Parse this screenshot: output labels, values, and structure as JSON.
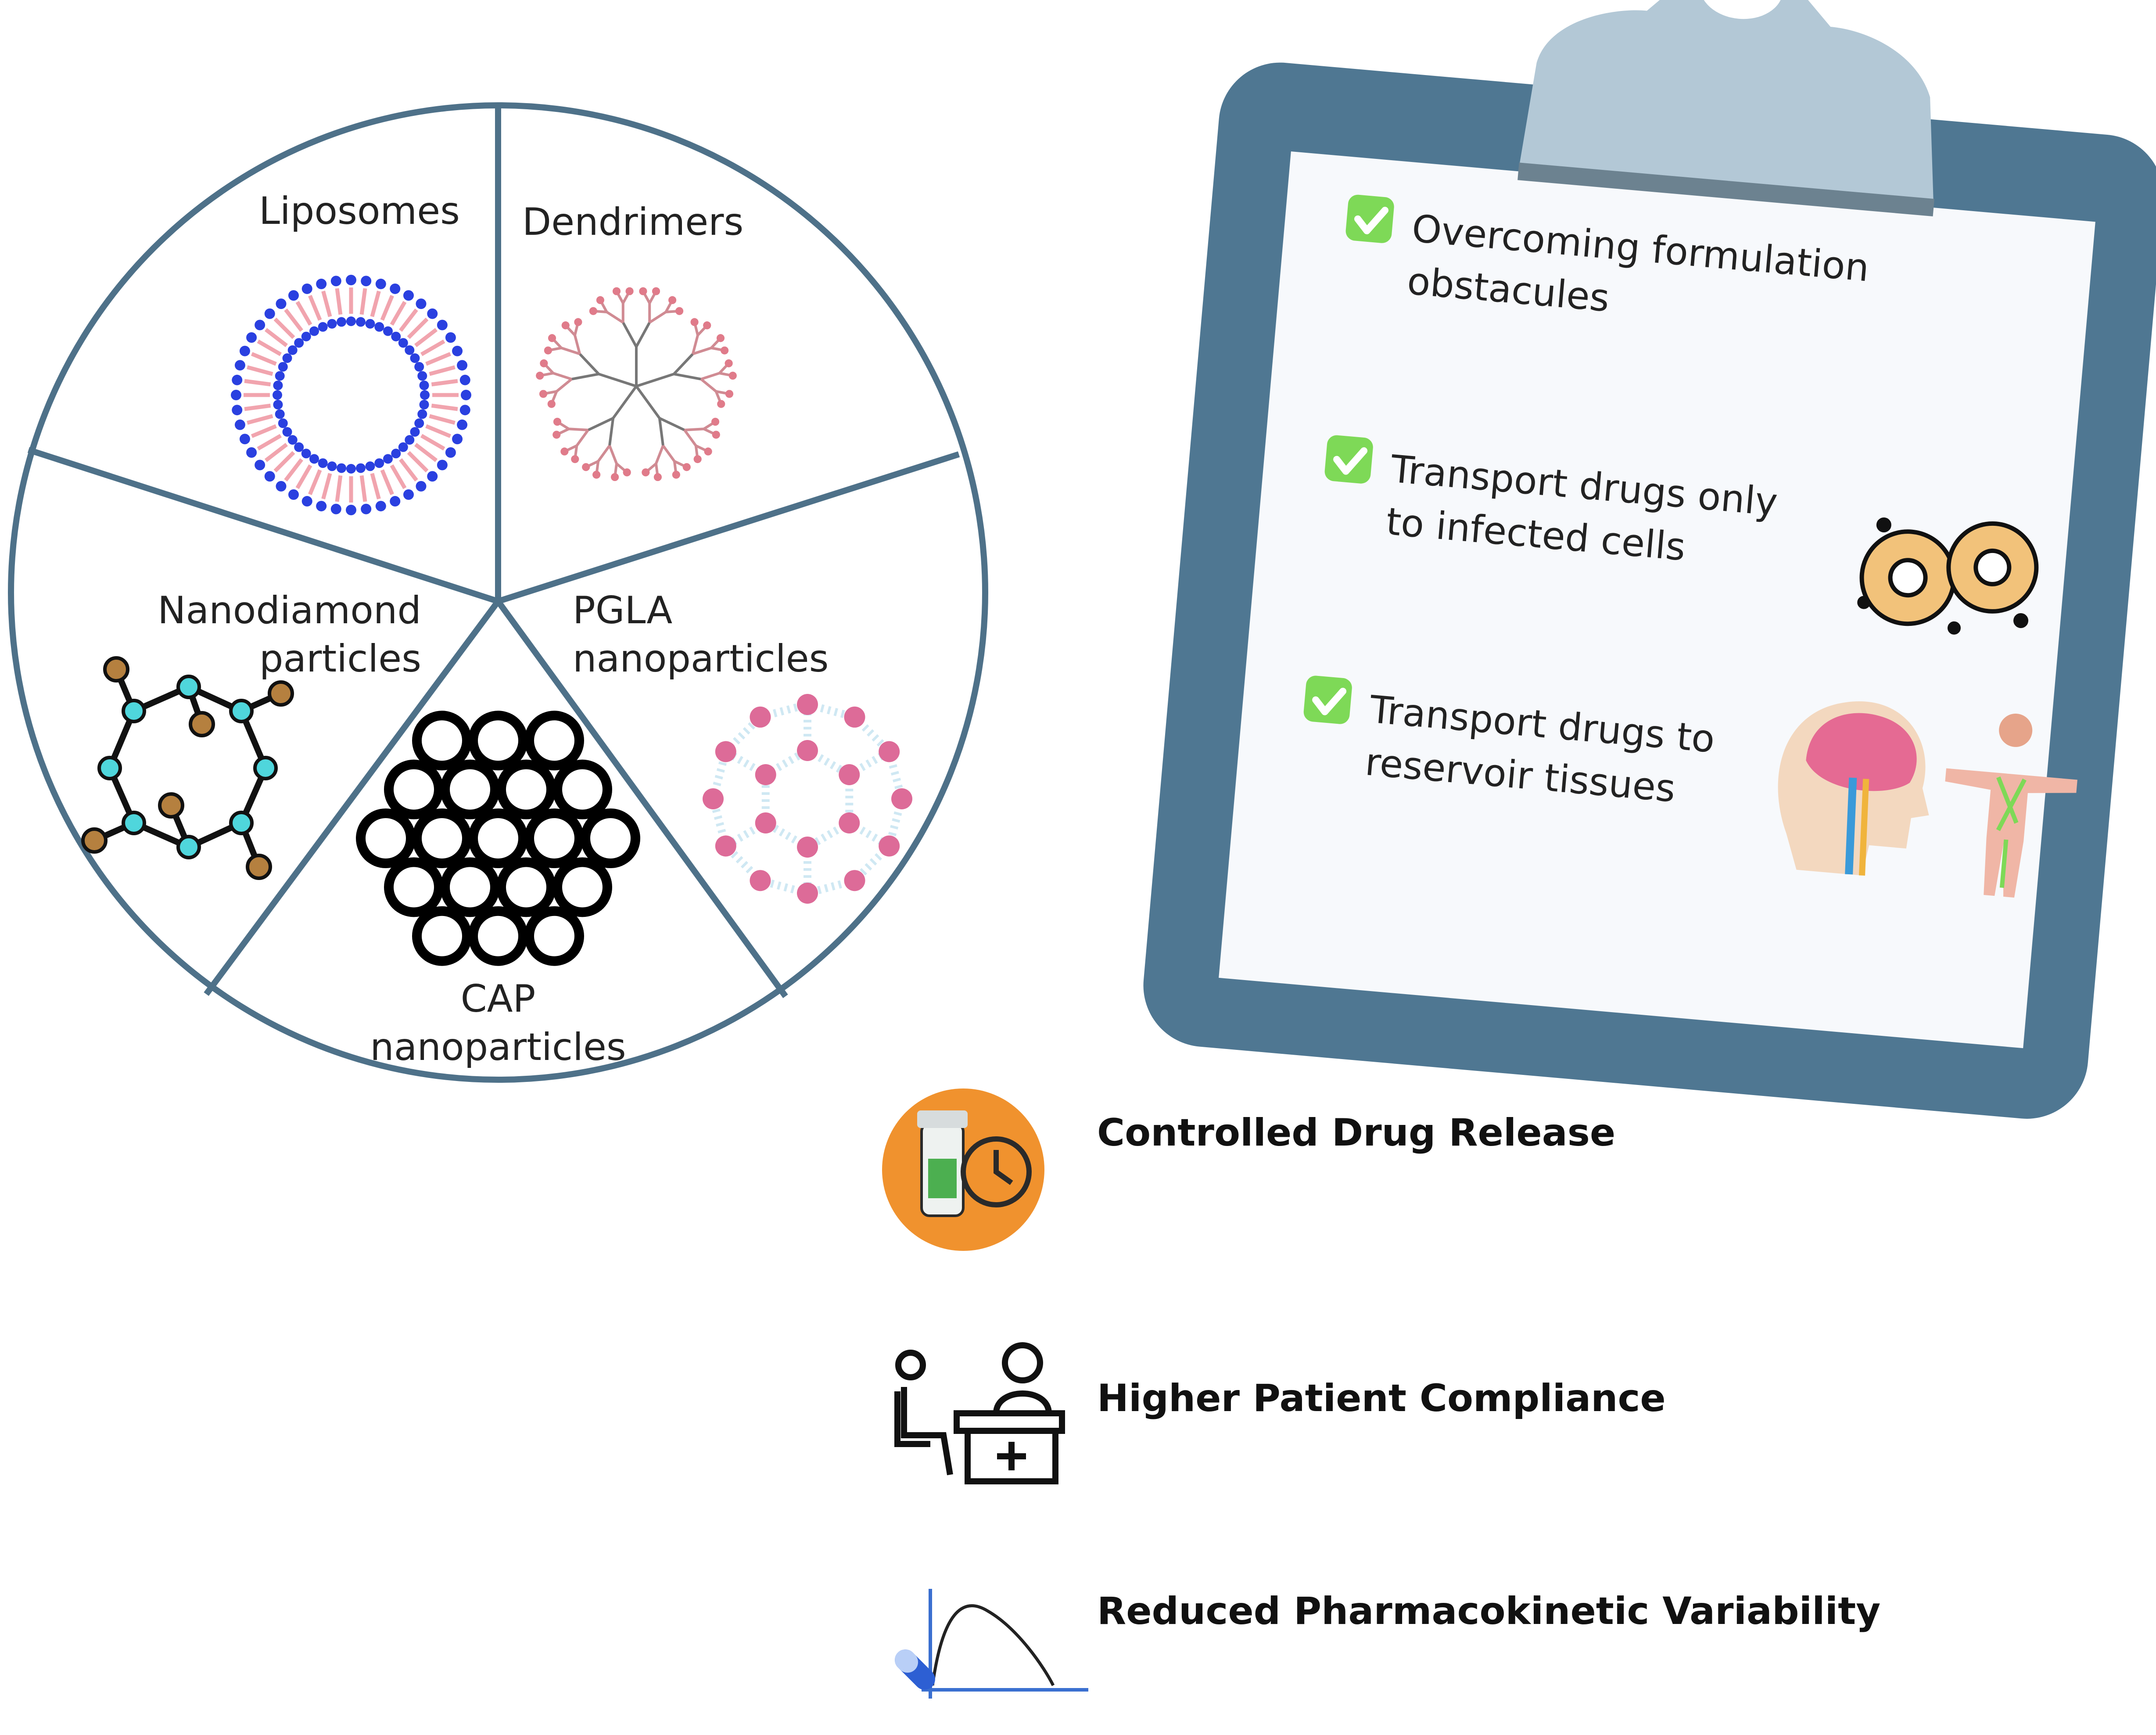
{
  "wheel": {
    "segments": [
      {
        "label_lines": [
          "Liposomes"
        ]
      },
      {
        "label_lines": [
          "Dendrimers"
        ]
      },
      {
        "label_lines": [
          "PGLA",
          "nanoparticles"
        ]
      },
      {
        "label_lines": [
          "CAP",
          "nanoparticles"
        ]
      },
      {
        "label_lines": [
          "Nanodiamond",
          "particles"
        ]
      }
    ]
  },
  "clipboard": {
    "items": [
      {
        "lines": [
          "Overcoming formulation",
          "obstacules"
        ],
        "icon": "check-icon"
      },
      {
        "lines": [
          "Transport drugs only",
          "to infected cells"
        ],
        "icon": "check-icon",
        "illustration": "infected-cells-icon"
      },
      {
        "lines": [
          "Transport drugs to",
          "reservoir   tissues"
        ],
        "icon": "check-icon",
        "illustration": [
          "brain-icon",
          "body-lymph-icon"
        ]
      }
    ]
  },
  "benefits": [
    {
      "label": "Controlled Drug Release",
      "icon": "drug-release-clock-icon"
    },
    {
      "label": "Higher Patient Compliance",
      "icon": "patient-doctor-icon"
    },
    {
      "label": "Reduced Pharmacokinetic Variability",
      "icon": "pk-curve-icon"
    }
  ],
  "colors": {
    "wheel_stroke": "#4e7189",
    "clipboard_frame": "#4f7792",
    "clipboard_clip": "#b3c8d6",
    "check_green": "#7ed957",
    "benefit_orange": "#f0922e"
  }
}
